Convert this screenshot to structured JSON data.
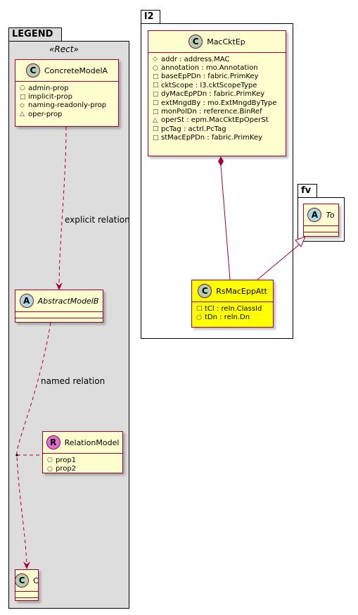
{
  "packages": {
    "legend": {
      "name": "LEGEND",
      "stereotype": "«Rect»"
    },
    "l2": {
      "name": "l2"
    },
    "fv": {
      "name": "fv"
    }
  },
  "colors": {
    "class_fill": "#FEFECE",
    "highlight_fill": "#FFFF00",
    "border": "#A80036",
    "legend_bg": "#DDDDDD",
    "circle_C": "#ADD1B2",
    "circle_A": "#A9DCDF",
    "circle_R": "#DA70D6"
  },
  "classes": {
    "concrete_a": {
      "kind": "C",
      "name": "ConcreteModelA",
      "attrs": [
        {
          "vis": "○",
          "text": "admin-prop"
        },
        {
          "vis": "□",
          "text": "implicit-prop"
        },
        {
          "vis": "◇",
          "text": "naming-readonly-prop"
        },
        {
          "vis": "△",
          "text": "oper-prop"
        }
      ]
    },
    "abstract_b": {
      "kind": "A",
      "name": "AbstractModelB"
    },
    "relation_model": {
      "kind": "R",
      "name": "RelationModel",
      "attrs": [
        {
          "vis": "○",
          "text": "prop1"
        },
        {
          "vis": "○",
          "text": "prop2"
        }
      ]
    },
    "c": {
      "kind": "C",
      "name": "C"
    },
    "mac_ckt_ep": {
      "kind": "C",
      "name": "MacCktEp",
      "attrs": [
        {
          "vis": "◇",
          "text": "addr : address.MAC"
        },
        {
          "vis": "○",
          "text": "annotation : mo.Annotation"
        },
        {
          "vis": "□",
          "text": "baseEpPDn : fabric.PrimKey"
        },
        {
          "vis": "□",
          "text": "cktScope : l3.cktScopeType"
        },
        {
          "vis": "□",
          "text": "dyMacEpPDn : fabric.PrimKey"
        },
        {
          "vis": "□",
          "text": "extMngdBy : mo.ExtMngdByType"
        },
        {
          "vis": "□",
          "text": "monPolDn : reference.BinRef"
        },
        {
          "vis": "△",
          "text": "operSt : epm.MacCktEpOperSt"
        },
        {
          "vis": "□",
          "text": "pcTag : actrl.PcTag"
        },
        {
          "vis": "□",
          "text": "stMacEpPDn : fabric.PrimKey"
        }
      ]
    },
    "to": {
      "kind": "A",
      "name": "To"
    },
    "rs_mac_epp_att": {
      "kind": "C",
      "name": "RsMacEppAtt",
      "attrs": [
        {
          "vis": "□",
          "text": "tCl : reln.ClassId"
        },
        {
          "vis": "○",
          "text": "tDn : reln.Dn"
        }
      ]
    }
  },
  "relations": {
    "explicit": "explicit relation",
    "named": "named relation"
  }
}
